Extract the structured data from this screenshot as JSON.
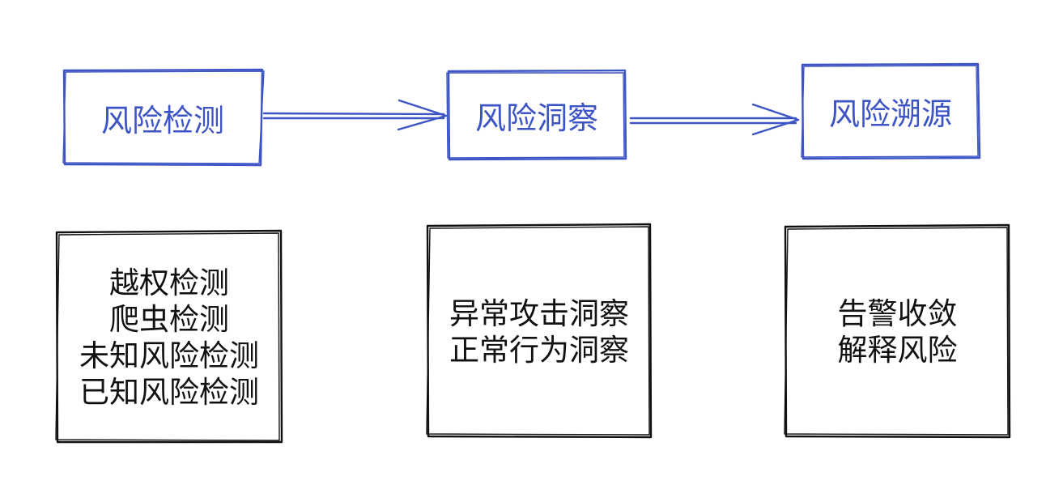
{
  "stages": [
    {
      "label": "风险检测",
      "items": [
        "越权检测",
        "爬虫检测",
        "未知风险检测",
        "已知风险检测"
      ]
    },
    {
      "label": "风险洞察",
      "items": [
        "异常攻击洞察",
        "正常行为洞察"
      ]
    },
    {
      "label": "风险溯源",
      "items": [
        "告警收敛",
        "解释风险"
      ]
    }
  ],
  "colors": {
    "stage": "#3d54c4",
    "detail": "#111111",
    "background": "#ffffff"
  }
}
